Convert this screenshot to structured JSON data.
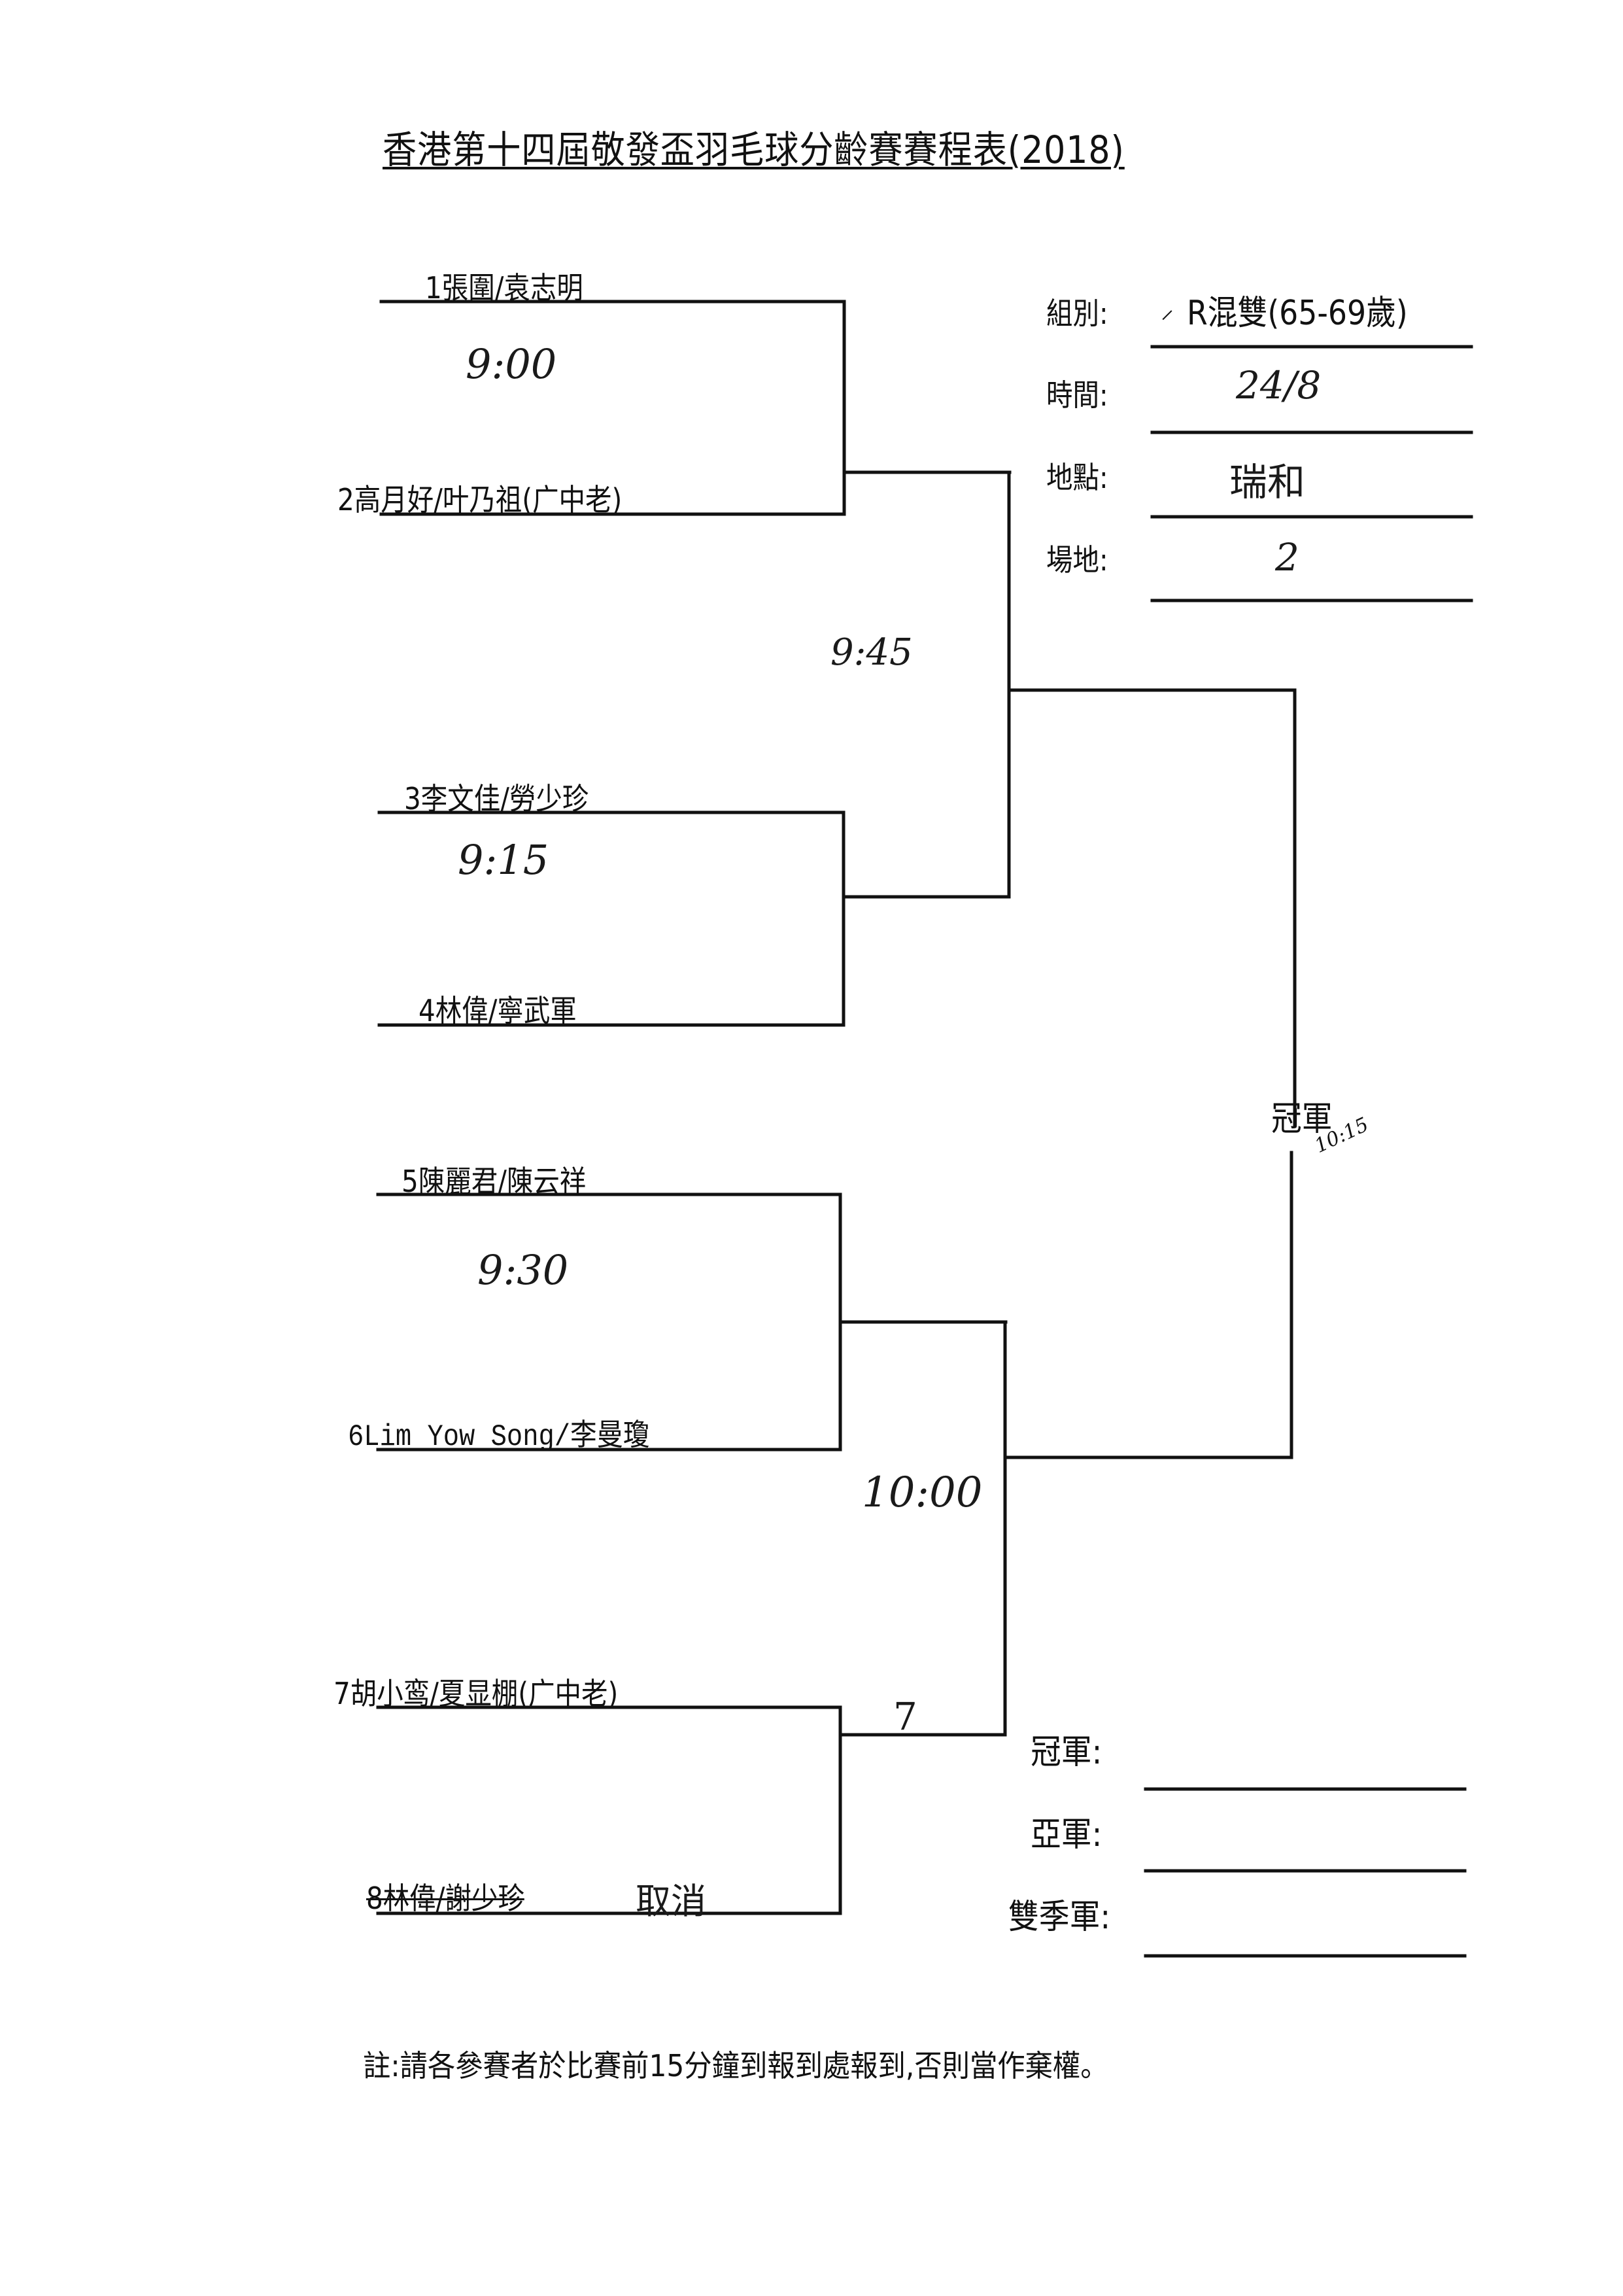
{
  "title": "香港第十四屆敬發盃羽毛球分齡賽賽程表(2018)",
  "info": {
    "category_label": "組別:",
    "category_value": "R混雙(65-69歲)",
    "category_tick": "⸝",
    "time_label": "時間:",
    "time_value": "24/8",
    "venue_label": "地點:",
    "venue_value": "瑞和",
    "court_label": "場地:",
    "court_value": "2"
  },
  "players": [
    {
      "seed": "1",
      "name": "1張圍/袁志明",
      "withdrawn": false
    },
    {
      "seed": "2",
      "name": "2高月好/叶乃祖(广中老)",
      "withdrawn": false
    },
    {
      "seed": "3",
      "name": "3李文佳/勞少珍",
      "withdrawn": false
    },
    {
      "seed": "4",
      "name": "4林偉/寧武軍",
      "withdrawn": false
    },
    {
      "seed": "5",
      "name": "5陳麗君/陳云祥",
      "withdrawn": false
    },
    {
      "seed": "6",
      "name": "6Lim Yow Song/李曼瓊",
      "withdrawn": false
    },
    {
      "seed": "7",
      "name": "7胡小鸾/夏显棚(广中老)",
      "withdrawn": false
    },
    {
      "seed": "8",
      "name": "8林偉/謝少珍",
      "withdrawn": true,
      "note": "取消"
    }
  ],
  "match_times": {
    "qf1": "9:00",
    "qf2": "9:15",
    "qf3": "9:30",
    "sf1": "9:45",
    "sf2": "10:00",
    "final": "10:15"
  },
  "results": {
    "qf4_winner": "7"
  },
  "champion_label": "冠軍",
  "podium": {
    "champion_label": "冠軍:",
    "champion_value": "",
    "runner_up_label": "亞軍:",
    "runner_up_value": "",
    "third_label": "雙季軍:",
    "third_value": ""
  },
  "footnote": "註:請各參賽者於比賽前15分鐘到報到處報到,否則當作棄權。"
}
